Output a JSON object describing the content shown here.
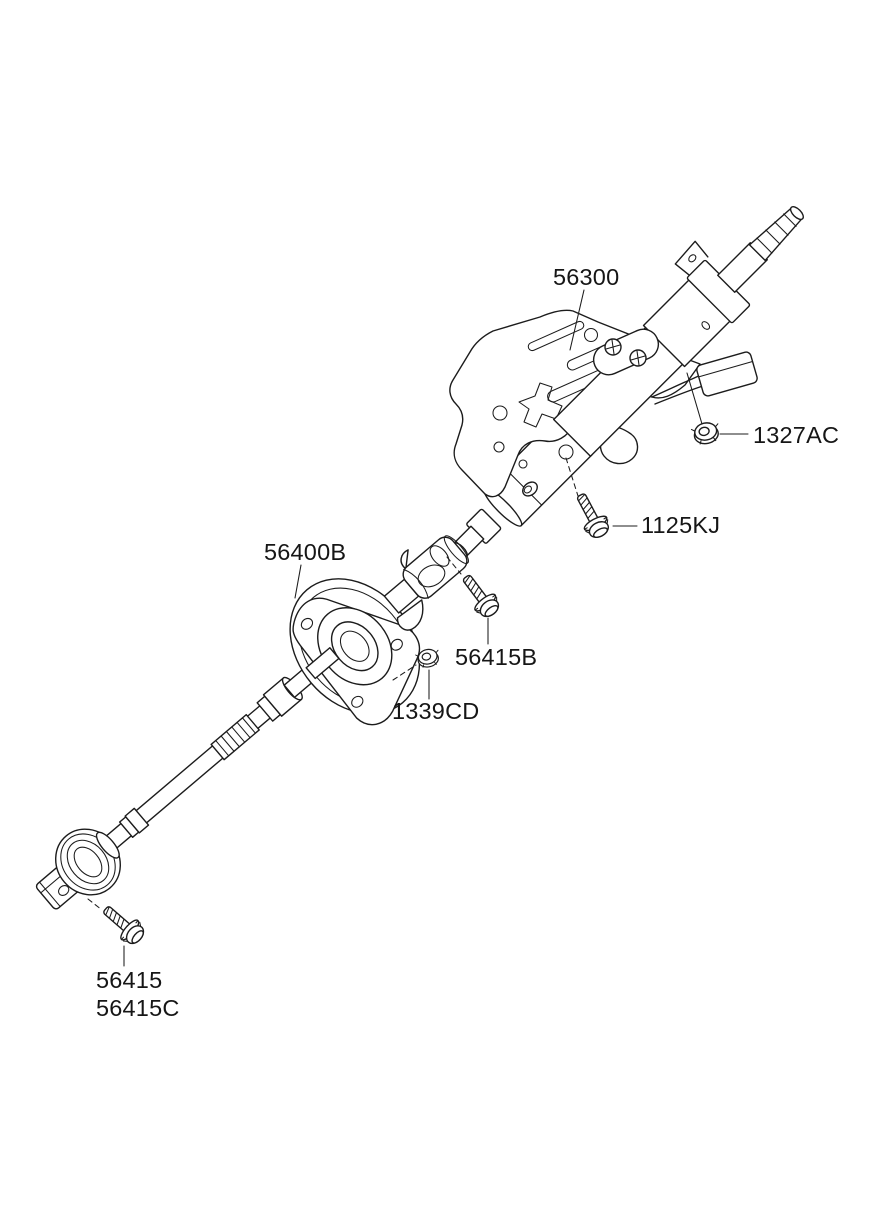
{
  "diagram": {
    "background_color": "#ffffff",
    "line_color": "#1c1c1c",
    "labels": {
      "column_assembly": "56300",
      "bracket_nut": "1327AC",
      "column_bolt": "1125KJ",
      "shaft_assembly": "56400B",
      "upper_joint_bolt": "56415B",
      "joint_nut": "1339CD",
      "lower_joint_bolt": "56415",
      "lower_joint_bolt_alt": "56415C"
    }
  }
}
